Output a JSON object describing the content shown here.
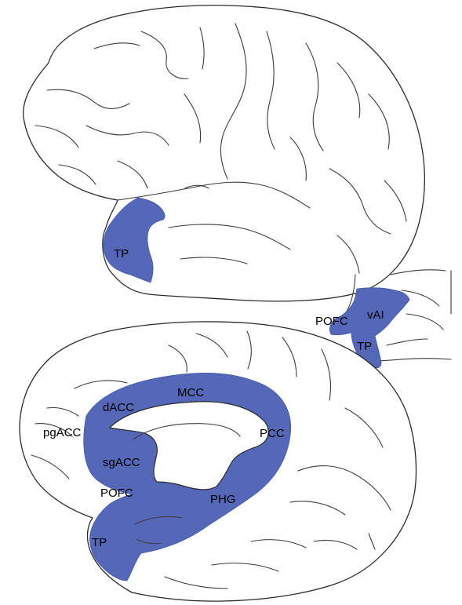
{
  "colors": {
    "highlight": "#5567b7",
    "outline": "#2b2b2b",
    "background": "#ffffff"
  },
  "lateral_view": {
    "labels": {
      "tp": "TP"
    }
  },
  "insula_view": {
    "labels": {
      "pofc": "POFC",
      "vai": "vAI",
      "tp": "TP"
    }
  },
  "medial_view": {
    "labels": {
      "dacc": "dACC",
      "mcc": "MCC",
      "pgacc": "pgACC",
      "pcc": "PCC",
      "sgacc": "sgACC",
      "pofc": "POFC",
      "phg": "PHG",
      "tp": "TP"
    }
  }
}
